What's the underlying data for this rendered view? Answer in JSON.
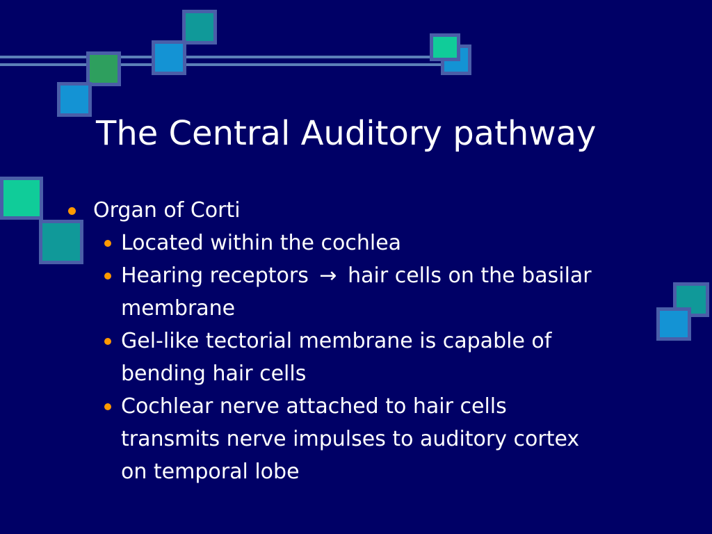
{
  "slide": {
    "title": "The Central Auditory pathway",
    "level1": {
      "text": "Organ of Corti"
    },
    "level2": [
      {
        "text": "Located within the cochlea"
      },
      {
        "text_before": "Hearing receptors",
        "arrow": "→",
        "text_after": "hair cells on the basilar membrane"
      },
      {
        "text": "Gel-like tectorial membrane is capable of bending hair cells"
      },
      {
        "text": "Cochlear nerve attached to hair cells transmits nerve impulses to auditory cortex on temporal lobe"
      }
    ]
  },
  "colors": {
    "background": "#000066",
    "bullet": "#ff9900",
    "text": "#ffffff"
  }
}
